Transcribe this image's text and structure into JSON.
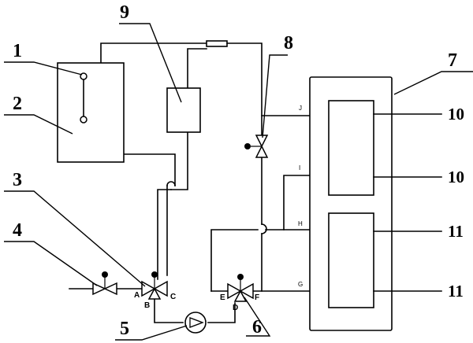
{
  "callouts": {
    "c1": "1",
    "c2": "2",
    "c3": "3",
    "c4": "4",
    "c5": "5",
    "c6": "6",
    "c7": "7",
    "c8": "8",
    "c9": "9",
    "c10a": "10",
    "c10b": "10",
    "c11a": "11",
    "c11b": "11"
  },
  "ports": {
    "A": "A",
    "B": "B",
    "C": "C",
    "D": "D",
    "E": "E",
    "F": "F",
    "G": "G",
    "H": "H",
    "I": "I",
    "J": "J"
  }
}
